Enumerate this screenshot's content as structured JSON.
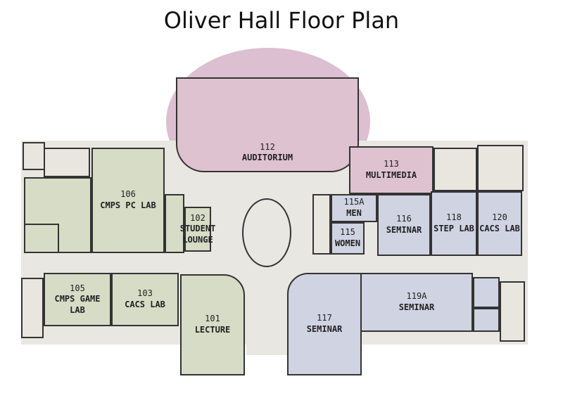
{
  "title": "Oliver Hall Floor Plan",
  "colors": {
    "classroom_green": "#d6dcc6",
    "seminar_blue": "#cfd3e2",
    "auditorium_pink": "#dec2cf",
    "service_gray": "#e8e6df"
  },
  "rooms": {
    "r112": {
      "number": "112",
      "name": "AUDITORIUM"
    },
    "r113": {
      "number": "113",
      "name": "MULTIMEDIA"
    },
    "r106": {
      "number": "106",
      "name": "CMPS PC LAB"
    },
    "r102": {
      "number": "102",
      "name": "STUDENT LOUNGE"
    },
    "r115a": {
      "number": "115A",
      "name": "MEN"
    },
    "r115": {
      "number": "115",
      "name": "WOMEN"
    },
    "r116": {
      "number": "116",
      "name": "SEMINAR"
    },
    "r118": {
      "number": "118",
      "name": "STEP LAB"
    },
    "r120": {
      "number": "120",
      "name": "CACS LAB"
    },
    "r105": {
      "number": "105",
      "name": "CMPS GAME LAB"
    },
    "r103": {
      "number": "103",
      "name": "CACS LAB"
    },
    "r101": {
      "number": "101",
      "name": "LECTURE"
    },
    "r117": {
      "number": "117",
      "name": "SEMINAR"
    },
    "r119a": {
      "number": "119A",
      "name": "SEMINAR"
    }
  }
}
